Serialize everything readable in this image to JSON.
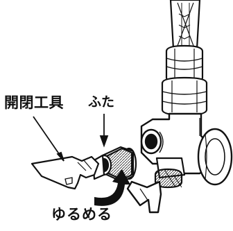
{
  "labels": {
    "tool": "開閉工具",
    "cap": "ふた",
    "loosen": "ゆるめる"
  }
}
